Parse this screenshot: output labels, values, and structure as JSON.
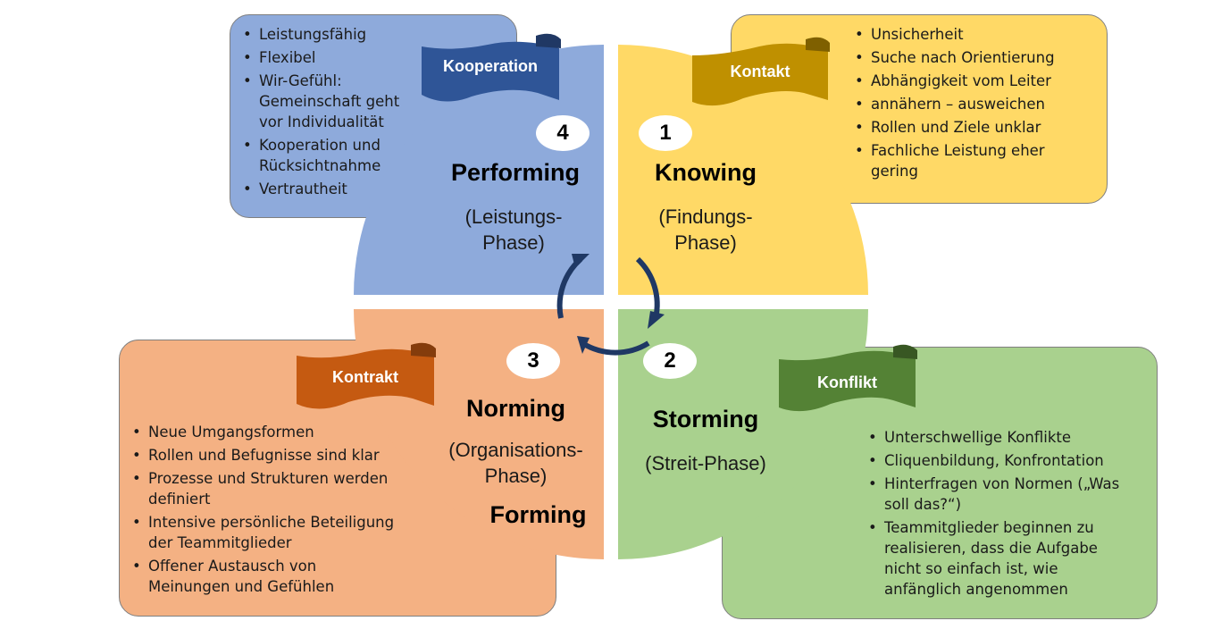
{
  "colors": {
    "blue_quadrant": "#8eaadb",
    "yellow_quadrant": "#ffd966",
    "orange_quadrant": "#f4b183",
    "green_quadrant": "#a9d18e",
    "blue_banner": "#2f5597",
    "yellow_banner": "#bf9000",
    "orange_banner": "#c55a11",
    "green_banner": "#548235",
    "arrow": "#1f3864"
  },
  "quadrants": {
    "performing": {
      "number": "4",
      "title": "Performing",
      "subtitle_line1": "(Leistungs-",
      "subtitle_line2": "Phase)",
      "banner": "Kooperation",
      "items": [
        "Leistungsfähig",
        "Flexibel",
        "Wir-Gefühl: Gemeinschaft geht vor Individualität",
        "Kooperation und Rücksichtnahme",
        "Vertrautheit"
      ]
    },
    "knowing": {
      "number": "1",
      "title": "Knowing",
      "subtitle_line1": "(Findungs-",
      "subtitle_line2": "Phase)",
      "banner": "Kontakt",
      "items": [
        "Unsicherheit",
        "Suche nach Orientierung",
        "Abhängigkeit vom Leiter",
        "annähern – ausweichen",
        "Rollen und Ziele unklar",
        "Fachliche Leistung eher gering"
      ]
    },
    "norming": {
      "number": "3",
      "title": "Norming",
      "subtitle_line1": "(Organisations-",
      "subtitle_line2": "Phase)",
      "extra_title": "Forming",
      "banner": "Kontrakt",
      "items": [
        "Neue Umgangsformen",
        "Rollen und Befugnisse sind klar",
        "Prozesse und Strukturen werden definiert",
        "Intensive persönliche Beteiligung der Teammitglieder",
        "Offener Austausch von Meinungen und Gefühlen"
      ]
    },
    "storming": {
      "number": "2",
      "title": "Storming",
      "subtitle_line1": "(Streit-Phase)",
      "banner": "Konflikt",
      "items": [
        "Unterschwellige Konflikte",
        "Cliquenbildung, Konfrontation",
        "Hinterfragen von Normen („Was soll das?“)",
        "Teammitglieder beginnen zu realisieren, dass die Aufgabe nicht so einfach ist, wie anfänglich angenommen"
      ]
    }
  }
}
